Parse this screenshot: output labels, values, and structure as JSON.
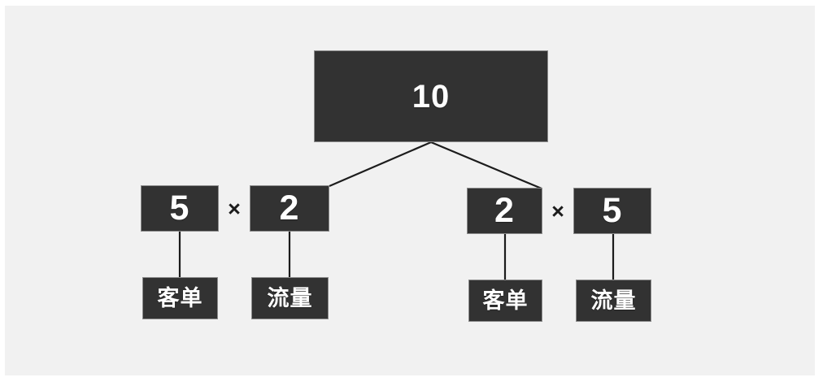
{
  "diagram": {
    "type": "factor-tree",
    "background_color": "#f1f1f1",
    "node_color": "#323232",
    "node_text_color": "#ffffff",
    "connector_color": "#1c1c1c",
    "root": {
      "value": "10"
    },
    "operator": "×",
    "branches": [
      {
        "side": "left",
        "factors": [
          {
            "value": "5",
            "label": "客单"
          },
          {
            "value": "2",
            "label": "流量"
          }
        ]
      },
      {
        "side": "right",
        "factors": [
          {
            "value": "2",
            "label": "客单"
          },
          {
            "value": "5",
            "label": "流量"
          }
        ]
      }
    ]
  }
}
